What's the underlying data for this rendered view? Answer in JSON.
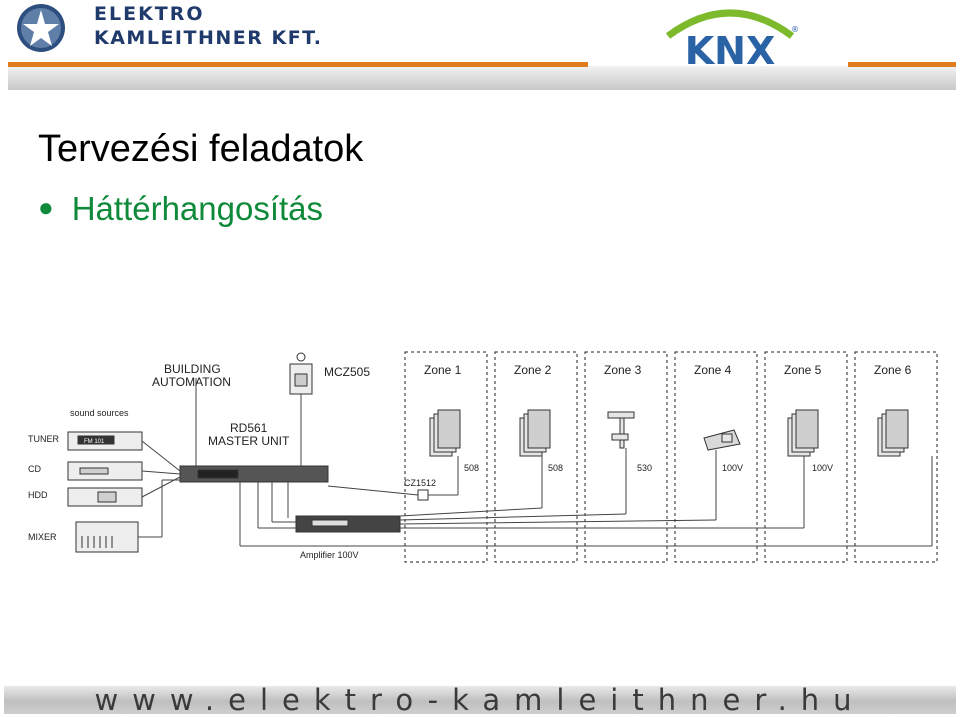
{
  "header": {
    "brand_line1": "ELEKTRO",
    "brand_line2": "KAMLEITHNER KFT.",
    "knx_logo_text": "KNX",
    "colors": {
      "navy": "#1f3a6b",
      "orange": "#e07b1e",
      "knx_green": "#7cba2c",
      "knx_blue": "#2a62a6"
    }
  },
  "slide": {
    "title": "Tervezési feladatok",
    "bullets": [
      "Háttérhangosítás"
    ],
    "bullet_color": "#0f8a3a"
  },
  "diagram": {
    "labels": {
      "building_automation_1": "BUILDING",
      "building_automation_2": "AUTOMATION",
      "mcz": "MCZ505",
      "master_1": "RD561",
      "master_2": "MASTER UNIT",
      "sound_sources": "sound sources",
      "tuner": "TUNER",
      "cd": "CD",
      "hdd": "HDD",
      "mixer": "MIXER",
      "cz": "CZ1512",
      "amplifier": "Amplifier 100V",
      "tuner_display": "FM 101"
    },
    "zones": [
      {
        "name": "Zone 1",
        "spec": "508"
      },
      {
        "name": "Zone 2",
        "spec": "508"
      },
      {
        "name": "Zone 3",
        "spec": "530"
      },
      {
        "name": "Zone 4",
        "spec": "100V"
      },
      {
        "name": "Zone 5",
        "spec": "100V"
      },
      {
        "name": "Zone 6",
        "spec": ""
      }
    ]
  },
  "footer": {
    "url": "www.elektro-kamleithner.hu"
  }
}
